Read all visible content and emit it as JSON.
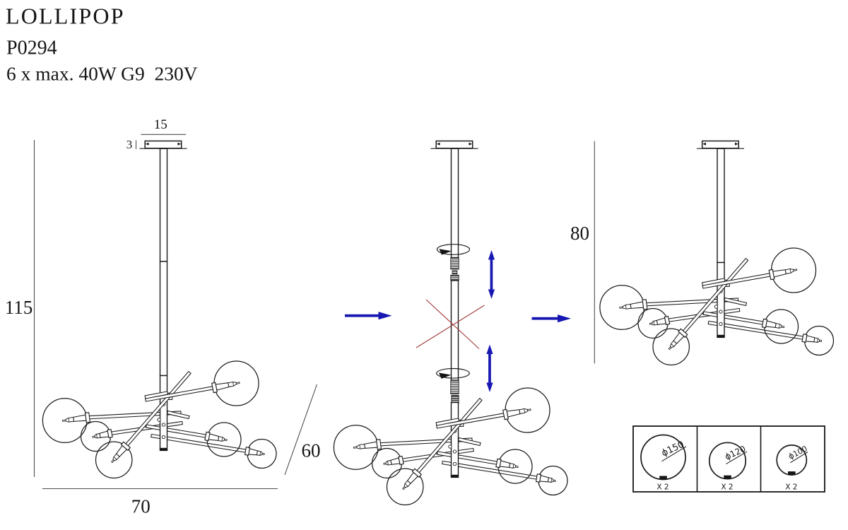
{
  "header": {
    "title": "LOLLIPOP",
    "code": "P0294",
    "spec": "6 x max. 40W G9  230V"
  },
  "views": {
    "front": {
      "height_label": "115",
      "width_label": "70",
      "depth_label": "60",
      "canopy_width_label": "15",
      "canopy_height_label": "3"
    },
    "compact": {
      "height_label": "80"
    }
  },
  "legend": {
    "items": [
      {
        "diameter_label": "ϕ150",
        "qty_label": "X 2"
      },
      {
        "diameter_label": "ϕ120",
        "qty_label": "X 2"
      },
      {
        "diameter_label": "ϕ100",
        "qty_label": "X 2"
      }
    ]
  },
  "colors": {
    "line": "#1a1a1a",
    "dimension": "#4d4d4d",
    "arrow_blue": "#1717b2",
    "cross_red": "#a23c3c",
    "background": "#ffffff"
  }
}
